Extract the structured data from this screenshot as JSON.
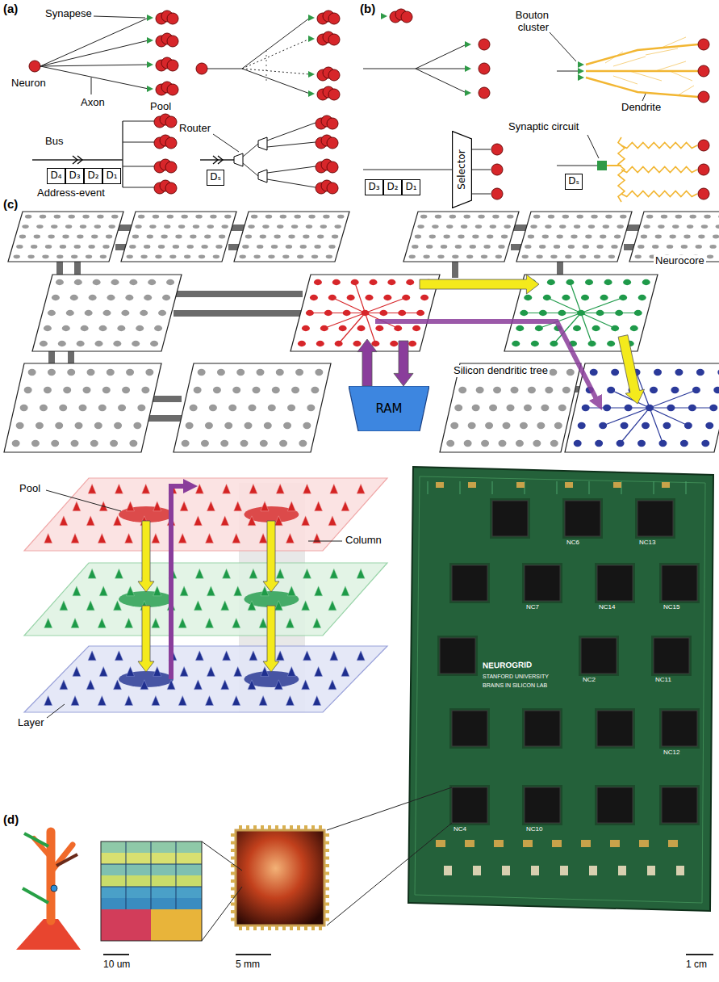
{
  "diagram": {
    "nodes": [
      {
        "text": [
          "D₄"
        ]
      },
      {
        "text": [
          "D₃"
        ]
      },
      {
        "text": [
          "D₂"
        ]
      },
      {
        "text": [
          "D₁"
        ]
      },
      {
        "text": [
          "Dₛ"
        ]
      },
      {
        "text": [
          "D₃"
        ]
      },
      {
        "text": [
          "D₂"
        ]
      },
      {
        "text": [
          "D₁"
        ]
      },
      {
        "text": [
          "Selector"
        ]
      },
      {
        "text": [
          "Dₛ"
        ]
      },
      {
        "text": [
          "RAM"
        ]
      }
    ],
    "labels": [
      "(a)",
      "Synapese",
      "Neuron",
      "Axon",
      "Pool",
      "Bus",
      "Address-event",
      "Router",
      "(b)",
      "Bouton cluster",
      "Dendrite",
      "Synaptic circuit",
      "(c)",
      "Neurocore",
      "Silicon dendritic tree",
      "Pool",
      "Column",
      "Layer",
      "NEUROGRID",
      "STANFORD UNIVERSITY",
      "BRAINS IN SILICON LAB",
      "NC6",
      "NC13",
      "NC7",
      "NC14",
      "NC15",
      "NC2",
      "NC11",
      "NC12",
      "NC4",
      "NC10",
      "(d)",
      "10 um",
      "5 mm",
      "1 cm"
    ]
  }
}
